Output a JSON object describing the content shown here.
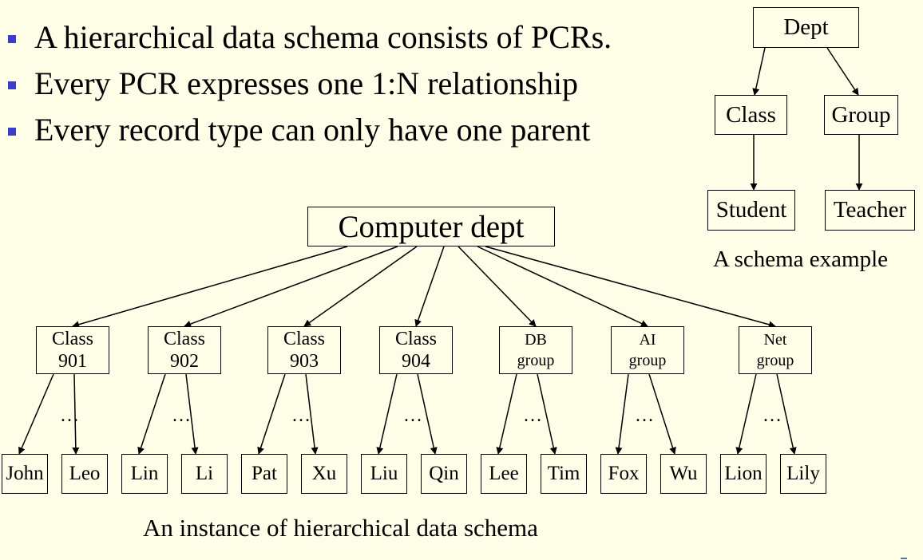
{
  "bullets": [
    "A hierarchical data schema consists of PCRs.",
    "Every PCR expresses one 1:N relationship",
    "Every record type can only have one parent"
  ],
  "schema": {
    "root": "Dept",
    "children": [
      "Class",
      "Group"
    ],
    "grandchildren": [
      "Student",
      "Teacher"
    ],
    "caption": "A schema example"
  },
  "instance": {
    "root": "Computer dept",
    "groups": [
      {
        "line1": "Class",
        "line2": "901",
        "members": [
          "John",
          "Leo"
        ]
      },
      {
        "line1": "Class",
        "line2": "902",
        "members": [
          "Lin",
          "Li"
        ]
      },
      {
        "line1": "Class",
        "line2": "903",
        "members": [
          "Pat",
          "Xu"
        ]
      },
      {
        "line1": "Class",
        "line2": "904",
        "members": [
          "Liu",
          "Qin"
        ]
      },
      {
        "line1": "DB",
        "line2": "group",
        "members": [
          "Lee",
          "Tim"
        ]
      },
      {
        "line1": "AI",
        "line2": "group",
        "members": [
          "Fox",
          "Wu"
        ]
      },
      {
        "line1": "Net",
        "line2": "group",
        "members": [
          "Lion",
          "Lily"
        ]
      }
    ],
    "ellipsis": "…",
    "caption": "An instance of hierarchical data schema"
  }
}
